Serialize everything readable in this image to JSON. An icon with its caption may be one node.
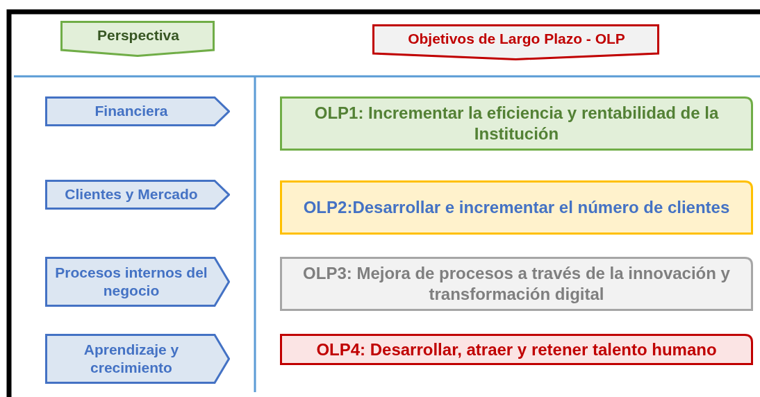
{
  "diagram": {
    "nodes": [
      {
        "text": [
          "Perspectiva"
        ]
      },
      {
        "text": [
          "Objetivos de Largo Plazo - OLP"
        ]
      },
      {
        "text": [
          "Financiera"
        ]
      },
      {
        "text": [
          "Clientes y Mercado"
        ]
      },
      {
        "text": [
          "Procesos internos del negocio"
        ]
      },
      {
        "text": [
          "Aprendizaje y crecimiento"
        ]
      },
      {
        "text": [
          "OLP1: Incrementar la eficiencia y rentabilidad de la Institución"
        ]
      },
      {
        "text": [
          "OLP2:Desarrollar e incrementar el número de clientes"
        ]
      },
      {
        "text": [
          "OLP3: Mejora de procesos a través de la innovación y transformación digital"
        ]
      },
      {
        "text": [
          "OLP4: Desarrollar, atraer y retener talento humano"
        ]
      }
    ]
  }
}
